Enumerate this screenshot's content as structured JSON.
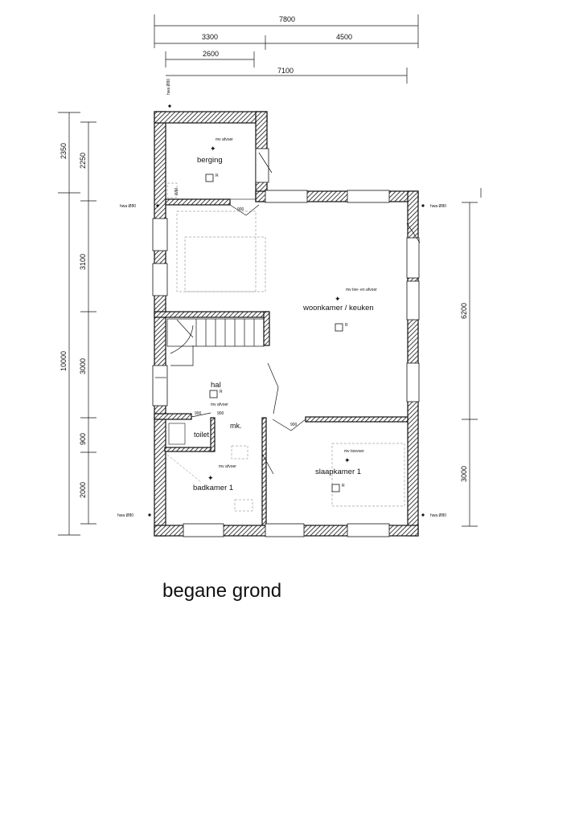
{
  "dimensions_top": {
    "total": "7800",
    "left": "3300",
    "right": "4500",
    "inner_a": "2600",
    "inner_b": "7100"
  },
  "dimensions_left": {
    "total": "10000",
    "outer_top": "2350",
    "seg1": "2250",
    "seg2": "3100",
    "seg3": "3000",
    "seg4": "900",
    "seg5": "2000"
  },
  "dimensions_right": {
    "upper": "6200",
    "lower": "3000"
  },
  "rooms": {
    "berging": "berging",
    "woonkamer": "woonkamer / keuken",
    "hal": "hal",
    "toilet": "toilet",
    "mk": "mk.",
    "badkamer": "badkamer 1",
    "slaapkamer": "slaapkamer 1"
  },
  "notes": {
    "mv_afvoer": "mv afvoer",
    "mv_toe_afvoer": "mv toe- en afvoer",
    "mv_toevoer": "mv toevoer",
    "hwa": "hwa Ø80",
    "wm": "WM",
    "r": "R",
    "d900": "900"
  },
  "caption": "begane grond"
}
